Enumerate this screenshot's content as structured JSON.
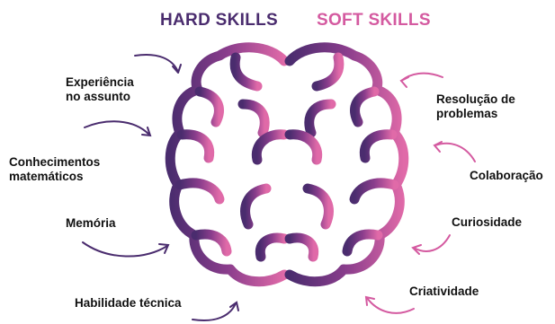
{
  "header": {
    "hard_title": "HARD SKILLS",
    "soft_title": "SOFT SKILLS"
  },
  "hard_skills": [
    {
      "line1": "Experiência",
      "line2": "no assunto"
    },
    {
      "line1": "Conhecimentos",
      "line2": "matemáticos"
    },
    {
      "line1": "Memória",
      "line2": ""
    },
    {
      "line1": "Habilidade técnica",
      "line2": ""
    }
  ],
  "soft_skills": [
    {
      "line1": "Resolução de",
      "line2": "problemas"
    },
    {
      "line1": "Colaboração",
      "line2": ""
    },
    {
      "line1": "Curiosidade",
      "line2": ""
    },
    {
      "line1": "Criatividade",
      "line2": ""
    }
  ],
  "colors": {
    "hard": "#4a2c6e",
    "soft": "#d45aa0",
    "text": "#111111"
  }
}
